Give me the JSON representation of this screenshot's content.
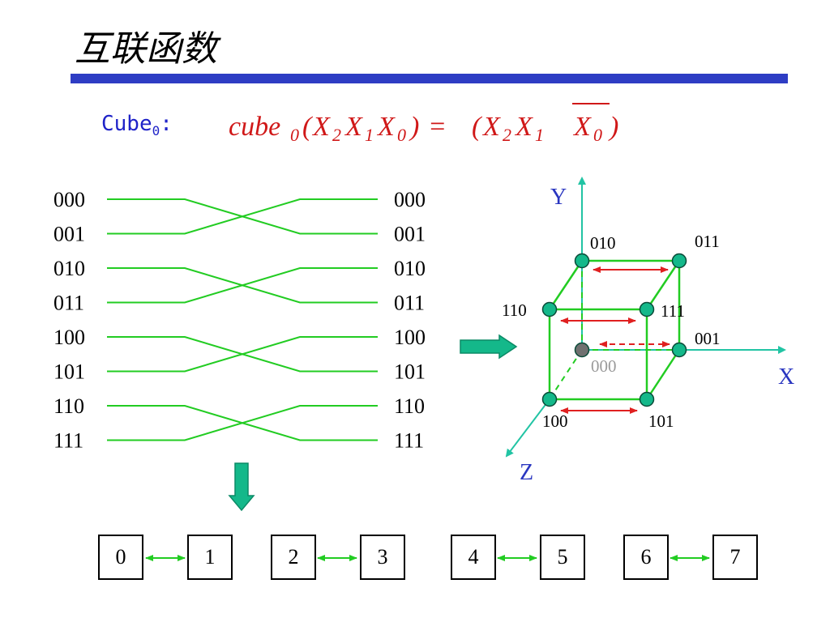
{
  "title": "互联函数",
  "formula": {
    "label": "Cube",
    "label_sub": "0",
    "label_colon": ":",
    "lhs_fn": "cube",
    "lhs_sub": "0",
    "open": "(",
    "x": "X",
    "s2": "2",
    "s1": "1",
    "s0": "0",
    "close": ")",
    "eq": "="
  },
  "left_labels": [
    "000",
    "001",
    "010",
    "011",
    "100",
    "101",
    "110",
    "111"
  ],
  "right_labels": [
    "000",
    "001",
    "010",
    "011",
    "100",
    "101",
    "110",
    "111"
  ],
  "cube": {
    "axis_y": "Y",
    "axis_x": "X",
    "axis_z": "Z",
    "v010": "010",
    "v011": "011",
    "v110": "110",
    "v111": "111",
    "v001": "001",
    "v000": "000",
    "v100": "100",
    "v101": "101"
  },
  "boxes": [
    "0",
    "1",
    "2",
    "3",
    "4",
    "5",
    "6",
    "7"
  ],
  "colors": {
    "wire": "#22cc22",
    "arrow_fill": "#14b88a",
    "red": "#e02020",
    "title_bar": "#2e3dc4",
    "label_blue": "#1f23c8",
    "axis": "#22c4a4",
    "node_fill": "#14b88a",
    "hidden_node": "#707070"
  }
}
